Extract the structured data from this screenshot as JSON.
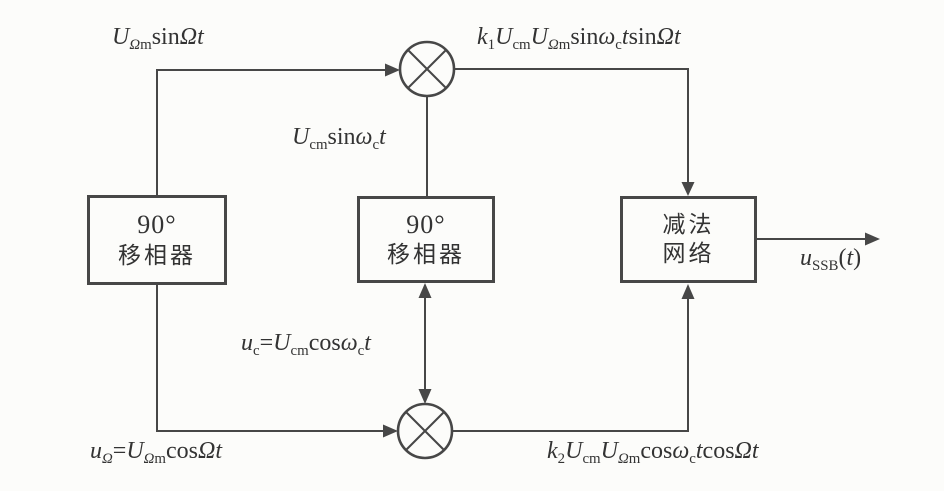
{
  "colors": {
    "line": "#474747",
    "ink": "#333333",
    "bg": "#fcfcfa"
  },
  "blocks": {
    "left_phase_shifter": {
      "line1": "90°",
      "line2": "移相器"
    },
    "mid_phase_shifter": {
      "line1": "90°",
      "line2": "移相器"
    },
    "subtraction_network": {
      "line1": "减法",
      "line2": "网络"
    }
  },
  "formulas": {
    "top_left": [
      [
        "U",
        "i"
      ],
      [
        "Ω",
        "isub"
      ],
      [
        "m",
        "sub"
      ],
      [
        "sin",
        "n"
      ],
      [
        "Ω",
        "i"
      ],
      [
        "t",
        "i"
      ]
    ],
    "top_right": [
      [
        "k",
        "i"
      ],
      [
        "1",
        "sub"
      ],
      [
        "U",
        "i"
      ],
      [
        "cm",
        "sub"
      ],
      [
        "U",
        "i"
      ],
      [
        "Ω",
        "isub"
      ],
      [
        "m",
        "sub"
      ],
      [
        "sin",
        "n"
      ],
      [
        "ω",
        "i"
      ],
      [
        "c",
        "sub"
      ],
      [
        "t",
        "i"
      ],
      [
        "sin",
        "n"
      ],
      [
        "Ω",
        "i"
      ],
      [
        "t",
        "i"
      ]
    ],
    "mid_carrier": [
      [
        "U",
        "i"
      ],
      [
        "cm",
        "sub"
      ],
      [
        "sin",
        "n"
      ],
      [
        "ω",
        "i"
      ],
      [
        "c",
        "sub"
      ],
      [
        "t",
        "i"
      ]
    ],
    "carrier_input": [
      [
        "u",
        "i"
      ],
      [
        "c",
        "sub"
      ],
      [
        "=",
        "n"
      ],
      [
        "U",
        "i"
      ],
      [
        "cm",
        "sub"
      ],
      [
        "cos",
        "n"
      ],
      [
        "ω",
        "i"
      ],
      [
        "c",
        "sub"
      ],
      [
        "t",
        "i"
      ]
    ],
    "mod_input": [
      [
        "u",
        "i"
      ],
      [
        "Ω",
        "isub"
      ],
      [
        "=",
        "n"
      ],
      [
        "U",
        "i"
      ],
      [
        "Ω",
        "isub"
      ],
      [
        "m",
        "sub"
      ],
      [
        "cos",
        "n"
      ],
      [
        "Ω",
        "i"
      ],
      [
        "t",
        "i"
      ]
    ],
    "bottom_right": [
      [
        "k",
        "i"
      ],
      [
        "2",
        "sub"
      ],
      [
        "U",
        "i"
      ],
      [
        "cm",
        "sub"
      ],
      [
        "U",
        "i"
      ],
      [
        "Ω",
        "isub"
      ],
      [
        "m",
        "sub"
      ],
      [
        "cos",
        "n"
      ],
      [
        "ω",
        "i"
      ],
      [
        "c",
        "sub"
      ],
      [
        "t",
        "i"
      ],
      [
        "cos",
        "n"
      ],
      [
        "Ω",
        "i"
      ],
      [
        "t",
        "i"
      ]
    ],
    "output": [
      [
        "u",
        "i"
      ],
      [
        "SSB",
        "sub"
      ],
      [
        "(",
        "n"
      ],
      [
        "t",
        "i"
      ],
      [
        ")",
        "n"
      ]
    ]
  }
}
